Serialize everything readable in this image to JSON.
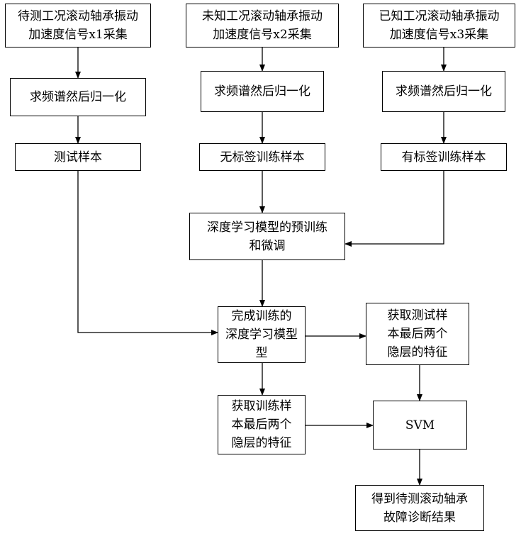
{
  "nodes": {
    "acq_x1": "待测工况滚动轴承振动\n加速度信号x1采集",
    "acq_x2": "未知工况滚动轴承振动\n加速度信号x2采集",
    "acq_x3": "已知工况滚动轴承振动\n加速度信号x3采集",
    "fft_1": "求频谱然后归一化",
    "fft_2": "求频谱然后归一化",
    "fft_3": "求频谱然后归一化",
    "test_samples": "测试样本",
    "unlabeled_samples": "无标签训练样本",
    "labeled_samples": "有标签训练样本",
    "pretrain": "深度学习模型的预训练\n和微调",
    "trained_model": "完成训练的\n深度学习模型\n型",
    "test_features": "获取测试样\n本最后两个\n隐层的特征",
    "train_features": "获取训练样\n本最后两个\n隐层的特征",
    "svm": "SVM",
    "result": "得到待测滚动轴承\n故障诊断结果"
  }
}
